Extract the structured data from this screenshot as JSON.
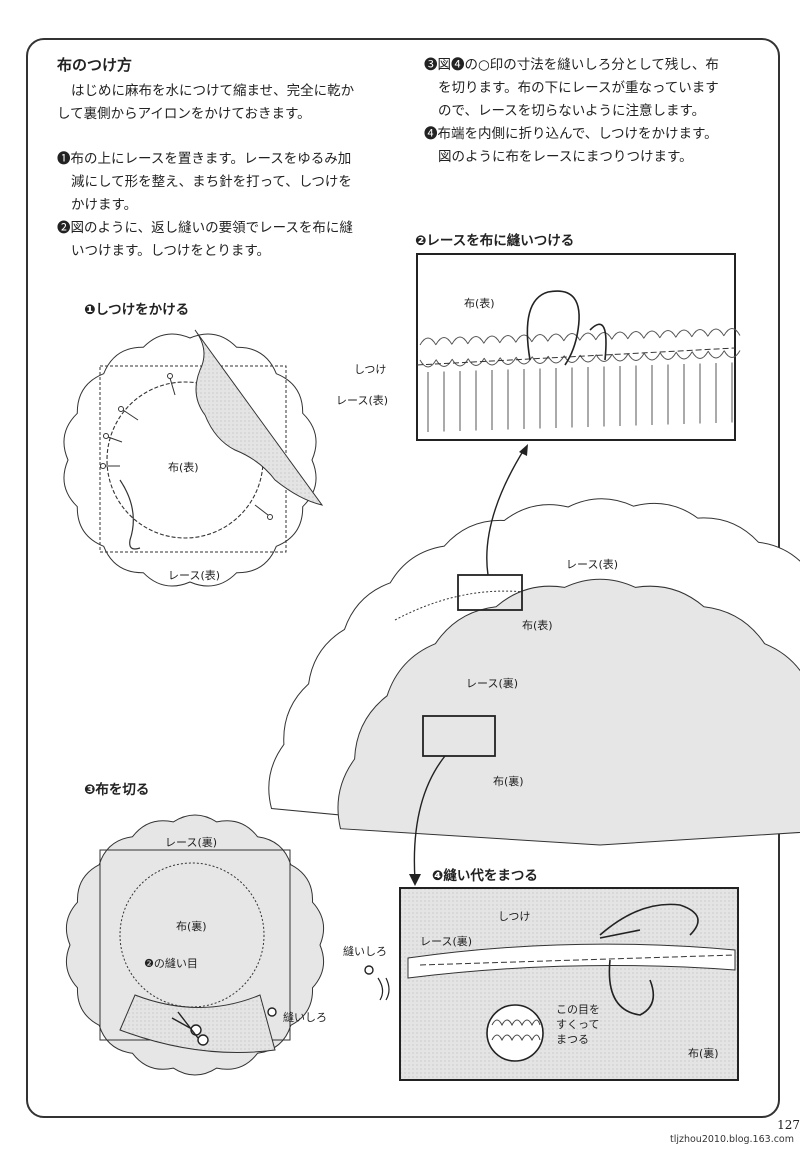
{
  "section": {
    "title": "布のつけ方",
    "intro": [
      "はじめに麻布を水につけて縮ませ、完全に乾か",
      "して裏側からアイロンをかけておきます。"
    ],
    "steps_left": [
      [
        "❶布の上にレースを置きます。レースをゆるみ加",
        "減にして形を整え、まち針を打って、しつけを",
        "かけます。"
      ],
      [
        "❷図のように、返し縫いの要領でレースを布に縫",
        "いつけます。しつけをとります。"
      ]
    ],
    "steps_right": [
      [
        "❸図❹の○印の寸法を縫いしろ分として残し、布",
        "を切ります。布の下にレースが重なっています",
        "ので、レースを切らないように注意します。"
      ],
      [
        "❹布端を内側に折り込んで、しつけをかけます。",
        "図のように布をレースにまつりつけます。"
      ]
    ]
  },
  "figures": {
    "fig1": {
      "caption": "❶しつけをかける",
      "label_fabric": "布(表)",
      "label_lace": "レース(表)"
    },
    "fig2": {
      "caption": "❷レースを布に縫いつける",
      "label_fabric": "布(表)",
      "label_basting": "しつけ",
      "label_lace": "レース(表)"
    },
    "fig_center": {
      "label_lace_front": "レース(表)",
      "label_fabric_front": "布(表)",
      "label_lace_back": "レース(裏)",
      "label_fabric_back": "布(裏)"
    },
    "fig3": {
      "caption": "❸布を切る",
      "label_lace_back": "レース(裏)",
      "label_fabric_back": "布(裏)",
      "label_stitch": "❷の縫い目",
      "label_allowance": "縫いしろ",
      "label_allowance2": "縫いしろ"
    },
    "fig4": {
      "caption": "❹縫い代をまつる",
      "label_basting": "しつけ",
      "label_lace_back": "レース(裏)",
      "label_pick1": "この目を",
      "label_pick2": "すくって",
      "label_pick3": "まつる",
      "label_fabric_back": "布(裏)"
    }
  },
  "page_number": "127",
  "footer": "tljzhou2010.blog.163.com",
  "colors": {
    "fill_gray": "#e6e6e6",
    "ink": "#222222"
  }
}
